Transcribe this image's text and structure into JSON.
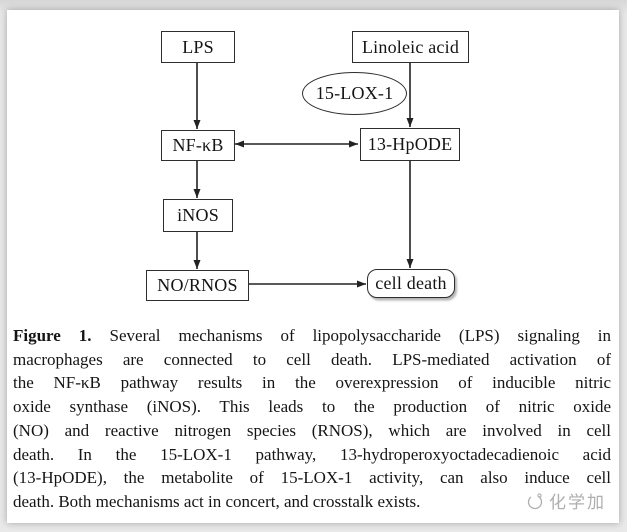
{
  "diagram": {
    "nodes": {
      "lps": "LPS",
      "linoleic_acid": "Linoleic acid",
      "lox15": "15-LOX-1",
      "nfkb": "NF-κB",
      "hpode13": "13-HpODE",
      "inos": "iNOS",
      "no_rnos": "NO/RNOS",
      "cell_death": "cell death"
    },
    "edges": [
      {
        "from": "lps",
        "to": "nfkb",
        "style": "arrow"
      },
      {
        "from": "linoleic_acid",
        "to": "hpode13",
        "style": "arrow",
        "via": "lox15"
      },
      {
        "from": "nfkb",
        "to": "hpode13",
        "style": "double-arrow"
      },
      {
        "from": "nfkb",
        "to": "inos",
        "style": "arrow"
      },
      {
        "from": "inos",
        "to": "no_rnos",
        "style": "arrow"
      },
      {
        "from": "no_rnos",
        "to": "cell_death",
        "style": "arrow"
      },
      {
        "from": "hpode13",
        "to": "cell_death",
        "style": "arrow"
      }
    ]
  },
  "caption": {
    "label": "Figure 1.",
    "lines": [
      "Several mechanisms of lipopolysaccharide (LPS) signaling in",
      "macrophages are connected to cell death. LPS-mediated activation of",
      "the NF-κB pathway results in the overexpression of inducible nitric",
      "oxide synthase (iNOS). This leads to the production of nitric oxide",
      "(NO) and reactive nitrogen species (RNOS), which are involved in cell",
      "death. In the 15-LOX-1 pathway, 13-hydroperoxyoctadecadienoic acid",
      "(13-HpODE), the metabolite of 15-LOX-1 activity, can also induce cell",
      "death. Both mechanisms act in concert, and crosstalk exists."
    ]
  },
  "watermark": {
    "text": "化学加"
  },
  "colors": {
    "ink": "#222222",
    "box_border": "#2e2e2e",
    "page_background": "#e9e9e9",
    "card_background": "#ffffff",
    "watermark_gray": "#9b9b9b"
  }
}
